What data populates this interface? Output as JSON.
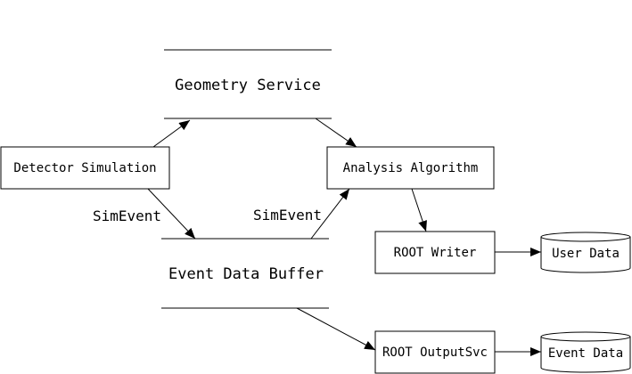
{
  "nodes": {
    "geometry_service": "Geometry Service",
    "detector_simulation": "Detector Simulation",
    "analysis_algorithm": "Analysis Algorithm",
    "event_data_buffer": "Event Data Buffer",
    "root_writer": "ROOT Writer",
    "root_outputsvc": "ROOT OutputSvc",
    "user_data": "User Data",
    "event_data": "Event Data"
  },
  "edge_labels": {
    "sim_to_buffer": "SimEvent",
    "buffer_to_analysis": "SimEvent"
  },
  "colors": {
    "stroke": "#000000",
    "background": "#ffffff"
  }
}
